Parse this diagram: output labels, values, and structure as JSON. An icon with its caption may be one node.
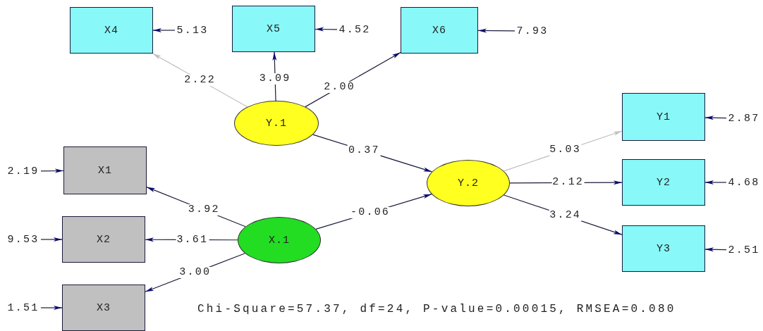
{
  "diagram": {
    "caption": "Chi-Square=57.37, df=24, P-value=0.00015, RMSEA=0.080",
    "nodes": [
      {
        "text": [
          "X4"
        ]
      },
      {
        "text": [
          "X5"
        ]
      },
      {
        "text": [
          "X6"
        ]
      },
      {
        "text": [
          "Y.1"
        ]
      },
      {
        "text": [
          "Y1"
        ]
      },
      {
        "text": [
          "X1"
        ]
      },
      {
        "text": [
          "Y.2"
        ]
      },
      {
        "text": [
          "Y2"
        ]
      },
      {
        "text": [
          "X2"
        ]
      },
      {
        "text": [
          "X.1"
        ]
      },
      {
        "text": [
          "Y3"
        ]
      },
      {
        "text": [
          "X3"
        ]
      },
      {
        "text": [
          "5.13"
        ]
      },
      {
        "text": [
          "4.52"
        ]
      },
      {
        "text": [
          "7.93"
        ]
      },
      {
        "text": [
          "2.87"
        ]
      },
      {
        "text": [
          "2.19"
        ]
      },
      {
        "text": [
          "4.68"
        ]
      },
      {
        "text": [
          "9.53"
        ]
      },
      {
        "text": [
          "2.51"
        ]
      },
      {
        "text": [
          "1.51"
        ]
      }
    ],
    "edges": [
      {
        "from": 3,
        "to": 0,
        "arrow": "to",
        "label": "2.22",
        "color": "#c0c0c0"
      },
      {
        "from": 3,
        "to": 1,
        "arrow": "to",
        "label": "3.09"
      },
      {
        "from": 3,
        "to": 2,
        "arrow": "to",
        "label": "2.00"
      },
      {
        "from": 3,
        "to": 6,
        "arrow": "to",
        "label": "0.37"
      },
      {
        "from": 9,
        "to": 6,
        "arrow": "to",
        "label": "-0.06"
      },
      {
        "from": 9,
        "to": 5,
        "arrow": "to",
        "label": "3.92"
      },
      {
        "from": 9,
        "to": 8,
        "arrow": "to",
        "label": "3.61"
      },
      {
        "from": 9,
        "to": 11,
        "arrow": "to",
        "label": "3.00"
      },
      {
        "from": 6,
        "to": 4,
        "arrow": "to",
        "label": "5.03",
        "color": "#c0c0c0"
      },
      {
        "from": 6,
        "to": 7,
        "arrow": "to",
        "label": "2.12"
      },
      {
        "from": 6,
        "to": 10,
        "arrow": "to",
        "label": "3.24"
      },
      {
        "from": 12,
        "to": 0,
        "arrow": "to"
      },
      {
        "from": 13,
        "to": 1,
        "arrow": "to"
      },
      {
        "from": 14,
        "to": 2,
        "arrow": "to"
      },
      {
        "from": 15,
        "to": 4,
        "arrow": "to"
      },
      {
        "from": 16,
        "to": 5,
        "arrow": "to"
      },
      {
        "from": 17,
        "to": 7,
        "arrow": "to"
      },
      {
        "from": 18,
        "to": 8,
        "arrow": "to"
      },
      {
        "from": 19,
        "to": 10,
        "arrow": "to"
      },
      {
        "from": 20,
        "to": 11,
        "arrow": "to"
      }
    ]
  }
}
